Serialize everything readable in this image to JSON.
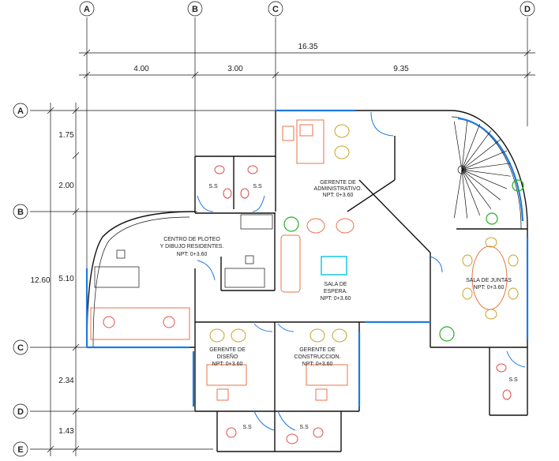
{
  "grid": {
    "columns": [
      "A",
      "B",
      "C",
      "D"
    ],
    "rows": [
      "A",
      "B",
      "C",
      "D",
      "E"
    ]
  },
  "dimensions": {
    "total_width": "16.35",
    "segments": [
      "4.00",
      "3.00",
      "9.35"
    ],
    "total_height": "12.60",
    "row_segments": [
      "1.75",
      "2.00",
      "5.10",
      "2.34",
      "1.43"
    ]
  },
  "rooms": {
    "gerente_admin": [
      "GERENTE DE",
      "ADMINISTRATIVO.",
      "NPT: 0+3.60"
    ],
    "centro_ploteo": [
      "CENTRO DE PLOTEO",
      "Y DIBUJO RESIDENTES.",
      "NPT: 0+3.60"
    ],
    "sala_espera": [
      "SALA DE",
      "ESPERA.",
      "NPT: 0+3.60"
    ],
    "sala_juntas": [
      "SALA DE JUNTAS",
      "NPT: 0+3.60"
    ],
    "gerente_diseno": [
      "GERENTE DE",
      "DISEÑO",
      "NPT: 0+3.60"
    ],
    "gerente_construccion": [
      "GERENTE DE",
      "CONSTRUCCION.",
      "NPT: 0+3.60"
    ],
    "ss_label": "S.S"
  },
  "colors": {
    "walls": "#111111",
    "windows_doors": "#1e7be0",
    "furniture": "#e8734a",
    "chairs": "#c9a227",
    "plants": "#22b022",
    "table_glass": "#16c6e6"
  }
}
